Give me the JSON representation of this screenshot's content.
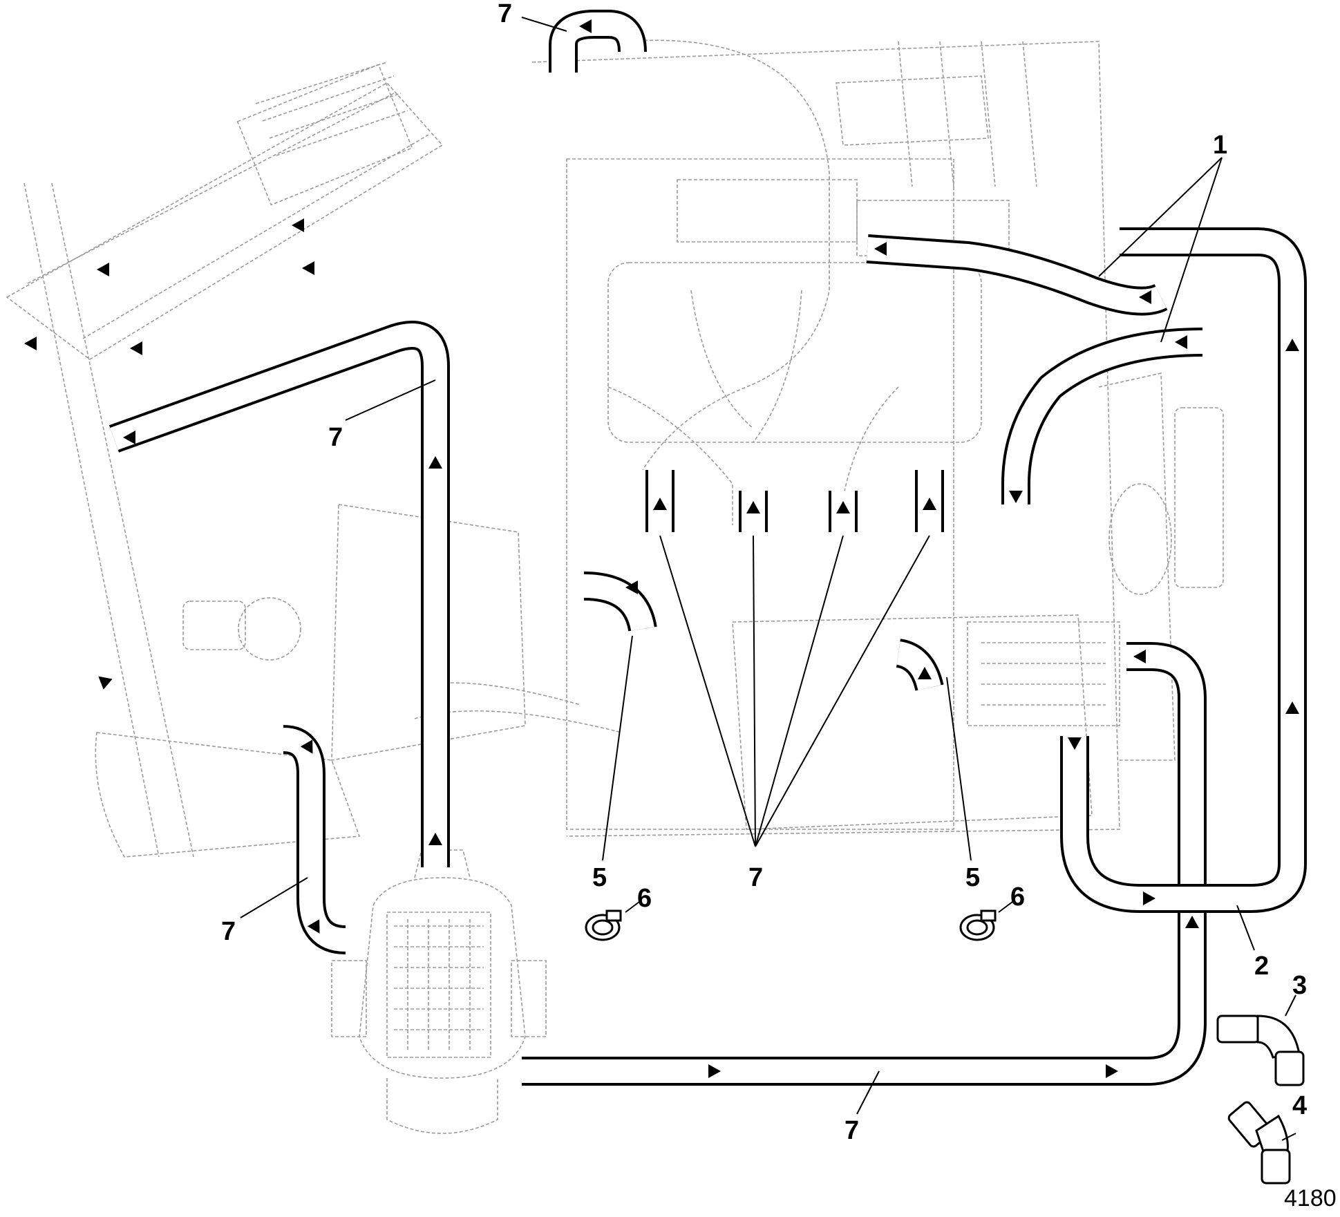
{
  "callouts": {
    "c1": "1",
    "c2": "2",
    "c3": "3",
    "c4": "4",
    "c5a": "5",
    "c5b": "5",
    "c6a": "6",
    "c6b": "6",
    "c7_top": "7",
    "c7_left_upper": "7",
    "c7_center": "7",
    "c7_left_lower": "7",
    "c7_bottom": "7"
  },
  "figure_number": "4180"
}
